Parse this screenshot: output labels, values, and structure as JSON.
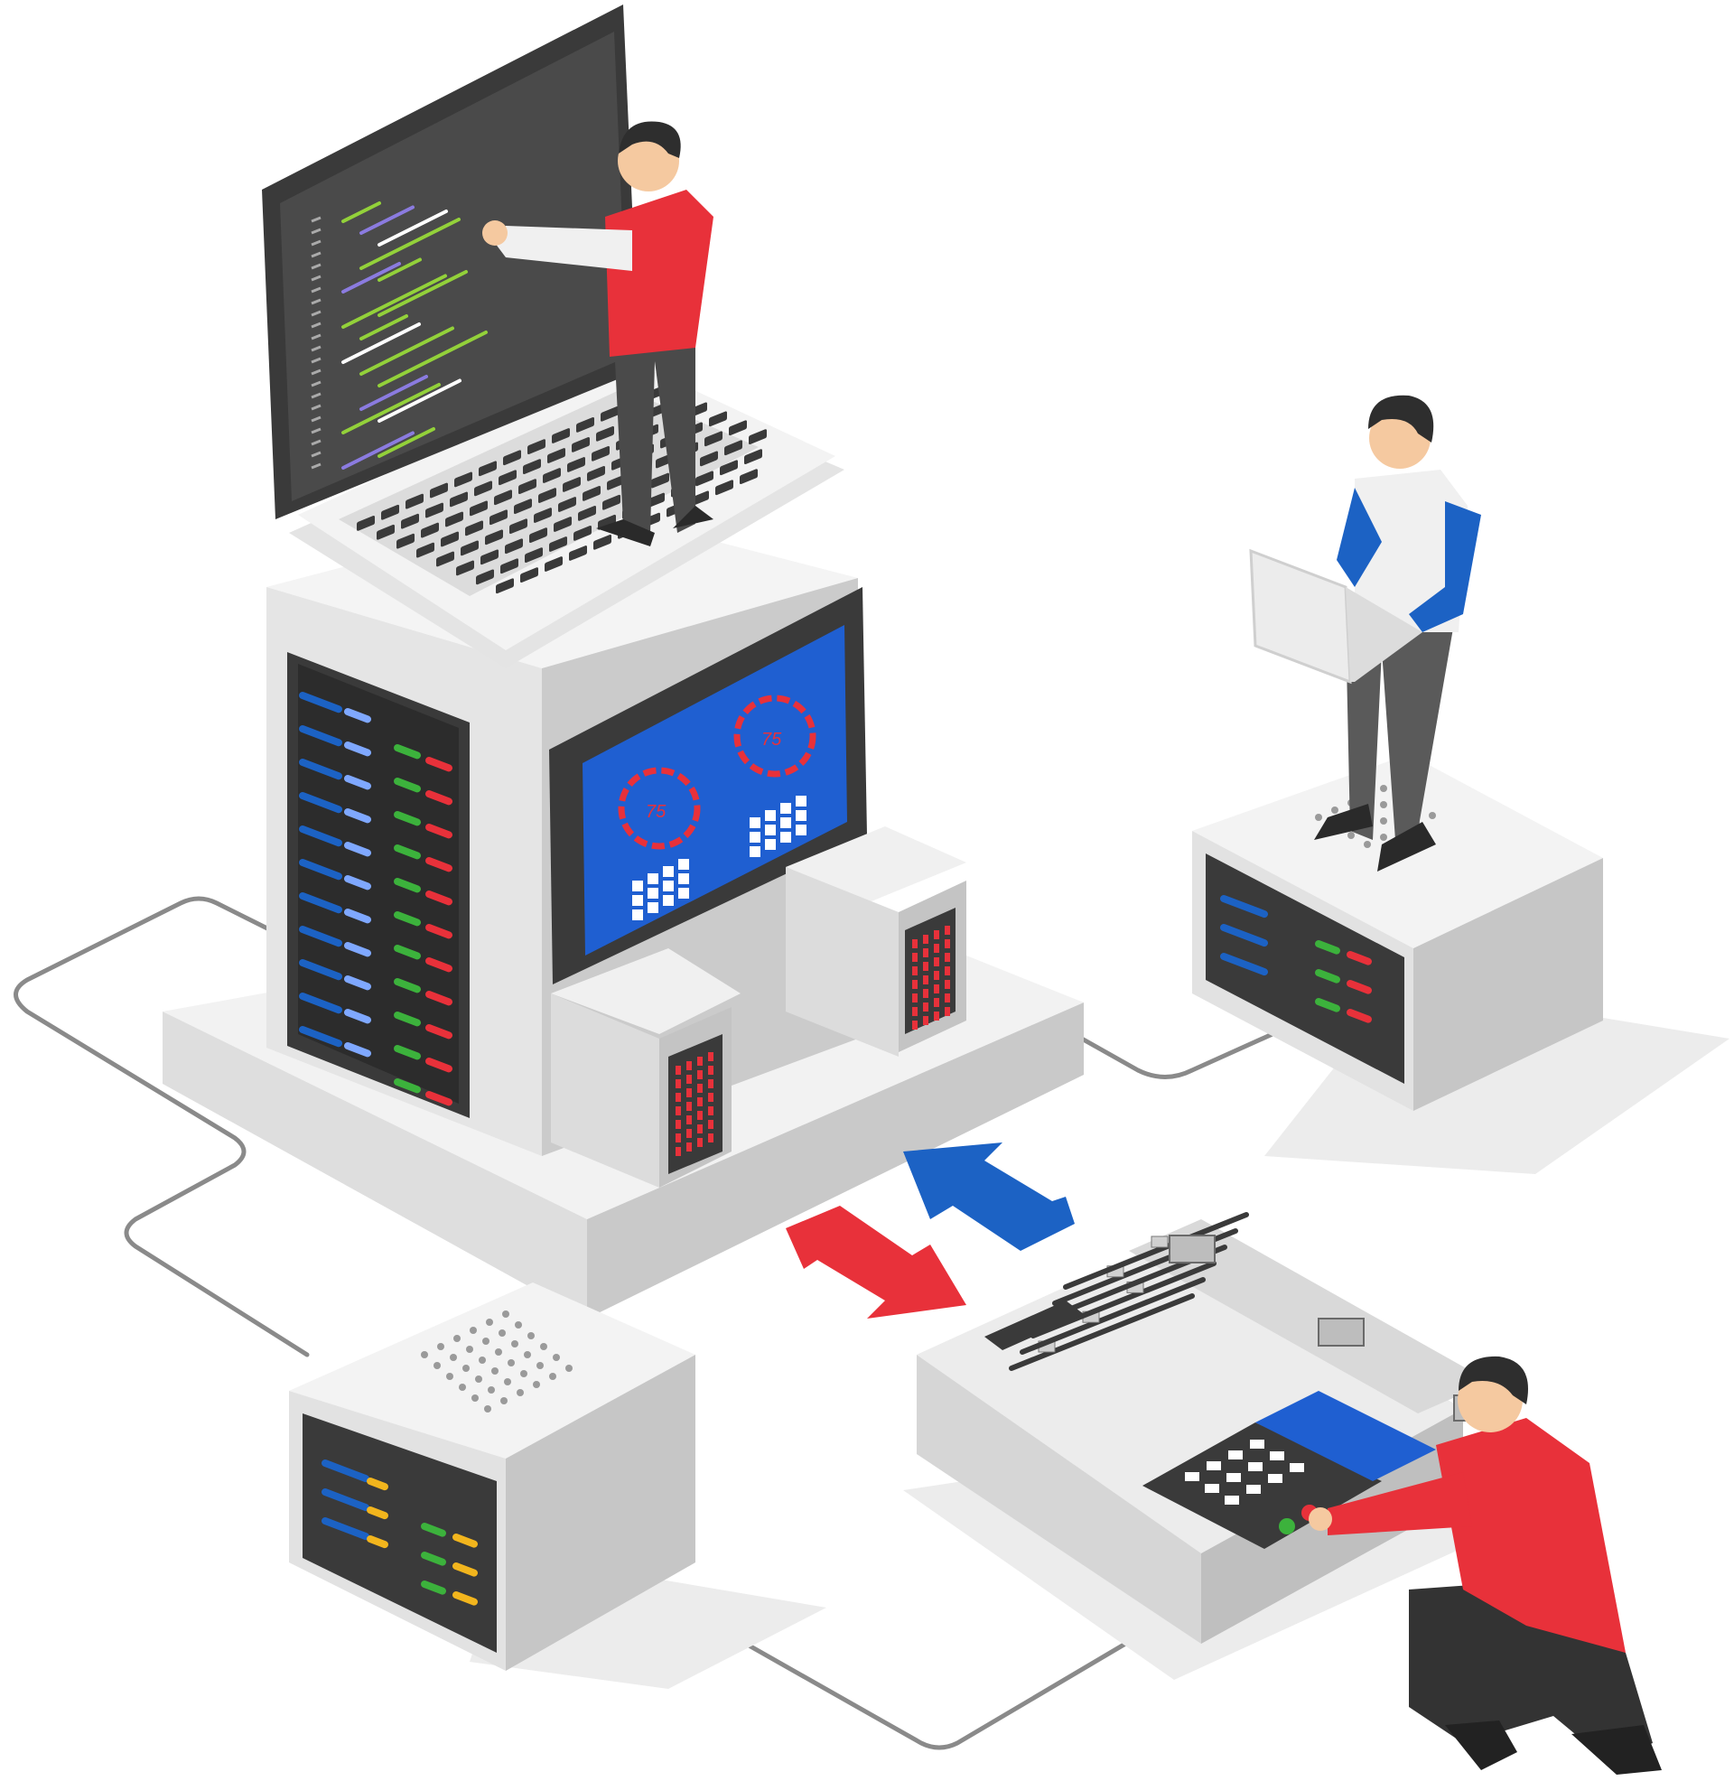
{
  "illustration": {
    "colors": {
      "background": "#ffffff",
      "server_light": "#e6e6e6",
      "server_mid": "#cfcfcf",
      "server_dark": "#b4b4b4",
      "panel_dark": "#3a3a3a",
      "screen_blue": "#1f5fd1",
      "accent_red": "#e8313a",
      "accent_blue": "#1c62c4",
      "led_green": "#3cb23c",
      "led_yellow": "#f2b51d",
      "code_green": "#93d13a",
      "code_purple": "#8b7be0",
      "cable": "#8a8a8a"
    },
    "gauges": [
      {
        "value": "75"
      },
      {
        "value": "75"
      }
    ],
    "arrows": [
      {
        "direction": "down-right",
        "color": "#e8313a"
      },
      {
        "direction": "up-left",
        "color": "#1c62c4"
      }
    ],
    "people": [
      {
        "role": "developer-at-monitor",
        "shirt": "#e8313a"
      },
      {
        "role": "engineer-with-laptop",
        "shirt": "#1c62c4"
      },
      {
        "role": "technician-at-console",
        "shirt": "#e8313a"
      }
    ]
  }
}
